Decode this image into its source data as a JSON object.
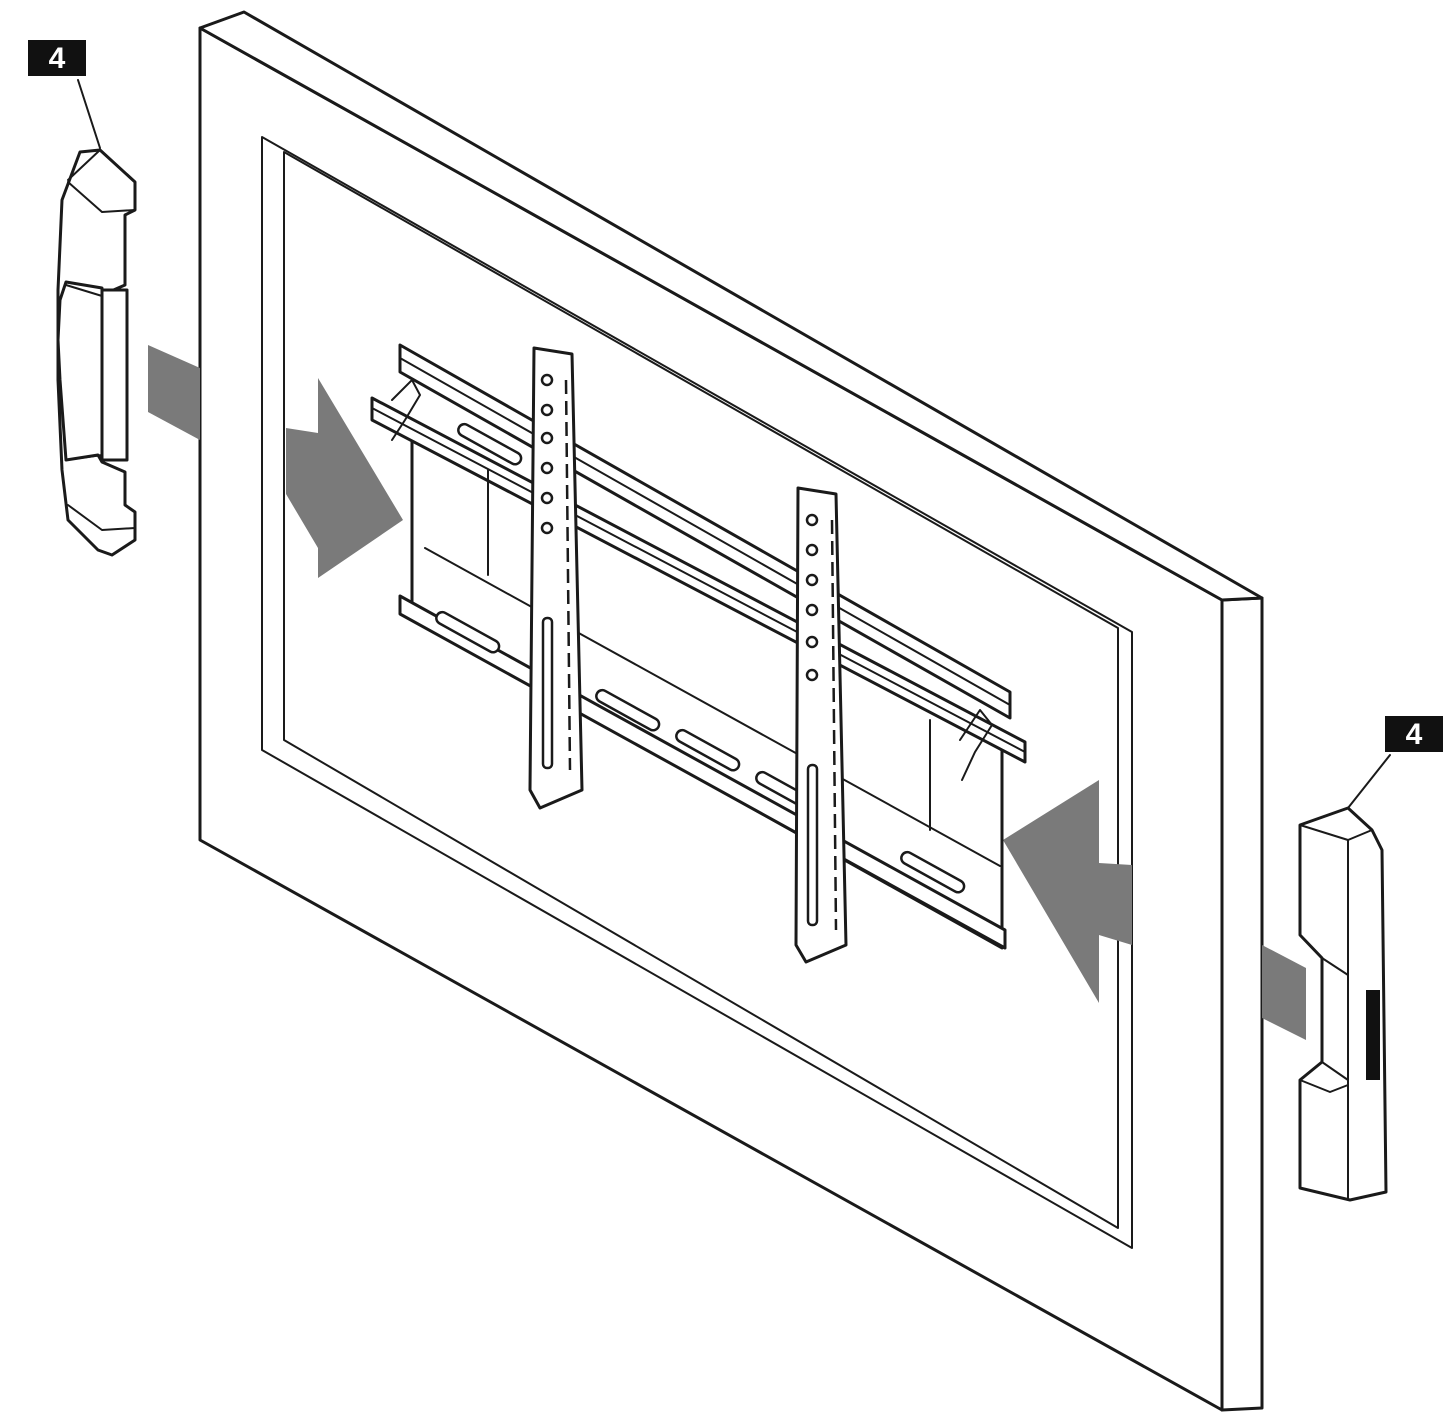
{
  "callouts": {
    "left_part_number": "4",
    "right_part_number": "4"
  },
  "colors": {
    "line": "#1a1a1a",
    "arrow_fill": "#7a7a7a",
    "callout_fill": "#111111",
    "callout_text": "#ffffff"
  },
  "icons": [
    "wall-panel",
    "tv-mount-bracket",
    "end-cap-left",
    "end-cap-right",
    "insert-arrow"
  ]
}
